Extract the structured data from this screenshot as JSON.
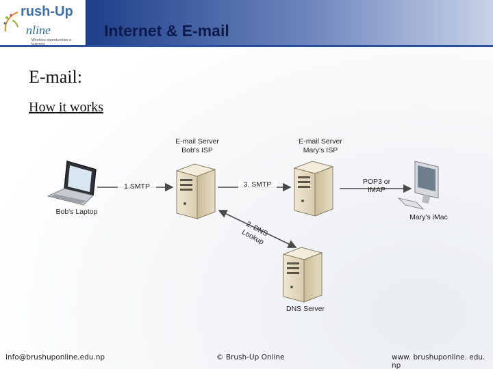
{
  "header": {
    "logo_brush": "rush-Up",
    "logo_online": "nline",
    "logo_tagline": "Wireless opportunities e-learning",
    "title": "Internet & E-mail"
  },
  "content": {
    "heading": "E-mail:",
    "subheading": "How it works"
  },
  "diagram": {
    "laptop_label": "Bob's Laptop",
    "bob_server_title": "E-mail Server",
    "bob_server_sub": "Bob's ISP",
    "mary_server_title": "E-mail Server",
    "mary_server_sub": "Mary's ISP",
    "imac_label": "Mary's iMac",
    "dns_label": "DNS Server",
    "edge_smtp1": "1.SMTP",
    "edge_smtp3": "3. SMTP",
    "edge_dns_line1": "2. DNS",
    "edge_dns_line2": "Lookup",
    "edge_pop_line1": "POP3 or",
    "edge_pop_line2": "IMAP"
  },
  "footer": {
    "email": "info@brushuponline.edu.np",
    "copyright": "© Brush-Up Online",
    "website": "www. brushuponline. edu. np"
  },
  "colors": {
    "header_dark": "#1d3f8a",
    "header_light": "#c9d3e8",
    "title_text": "#0b1a4a",
    "server_body": "#d8cdb2",
    "arrow": "#4a4a4a"
  }
}
